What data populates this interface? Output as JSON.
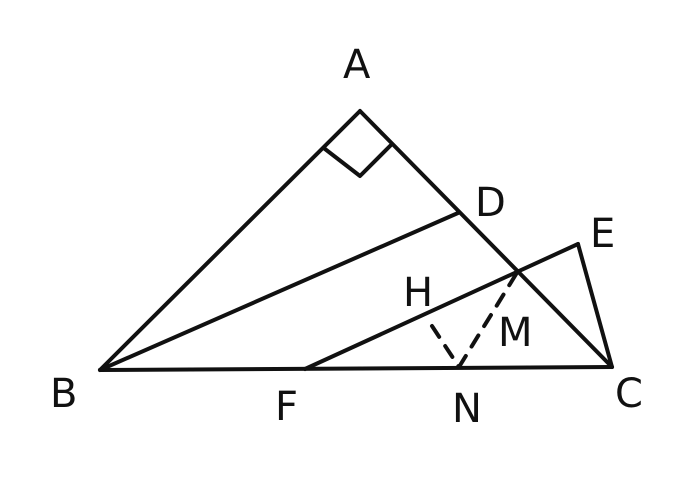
{
  "diagram": {
    "labels": {
      "A": "A",
      "B": "B",
      "C": "C",
      "D": "D",
      "E": "E",
      "F": "F",
      "H": "H",
      "M": "M",
      "N": "N"
    },
    "right_angle_at": "A",
    "stroke_color": "#111111",
    "background_color": "#ffffff"
  }
}
